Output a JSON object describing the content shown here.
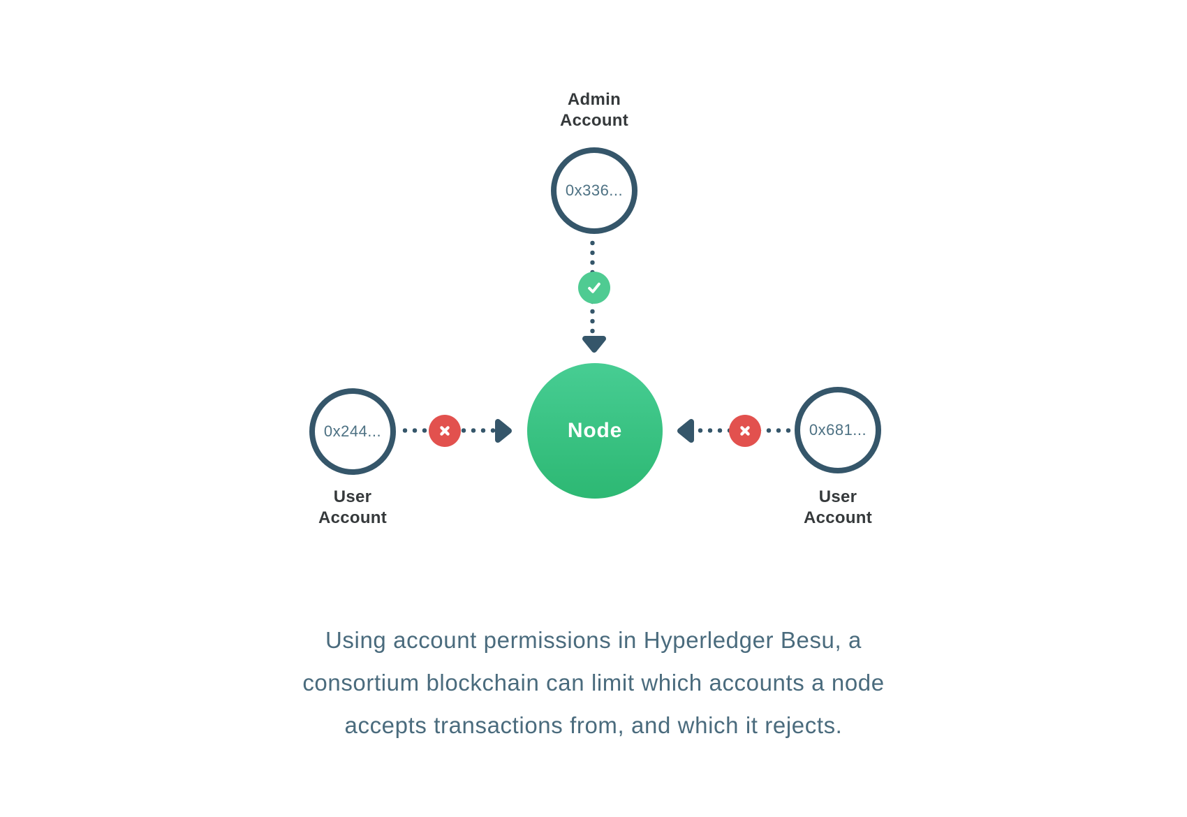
{
  "colors": {
    "background": "#ffffff",
    "slate": "#35566a",
    "address_text": "#4d7183",
    "label_dark": "#35393b",
    "caption_text": "#4a6b7d",
    "green": "#4fcb92",
    "node_top": "#47cd93",
    "node_bottom": "#2db873",
    "red": "#e2514e"
  },
  "diagram": {
    "admin": {
      "label_line1": "Admin",
      "label_line2": "Account",
      "address": "0x336..."
    },
    "node": {
      "label": "Node"
    },
    "user_left": {
      "label_line1": "User",
      "label_line2": "Account",
      "address": "0x244..."
    },
    "user_right": {
      "label_line1": "User",
      "label_line2": "Account",
      "address": "0x681..."
    },
    "badges": {
      "admin_to_node": "accept",
      "user_left_to_node": "reject",
      "user_right_to_node": "reject"
    }
  },
  "caption": {
    "lines": [
      "Using account permissions in Hyperledger Besu, a",
      "consortium blockchain can limit which accounts a node",
      "accepts transactions from, and which it rejects."
    ]
  }
}
